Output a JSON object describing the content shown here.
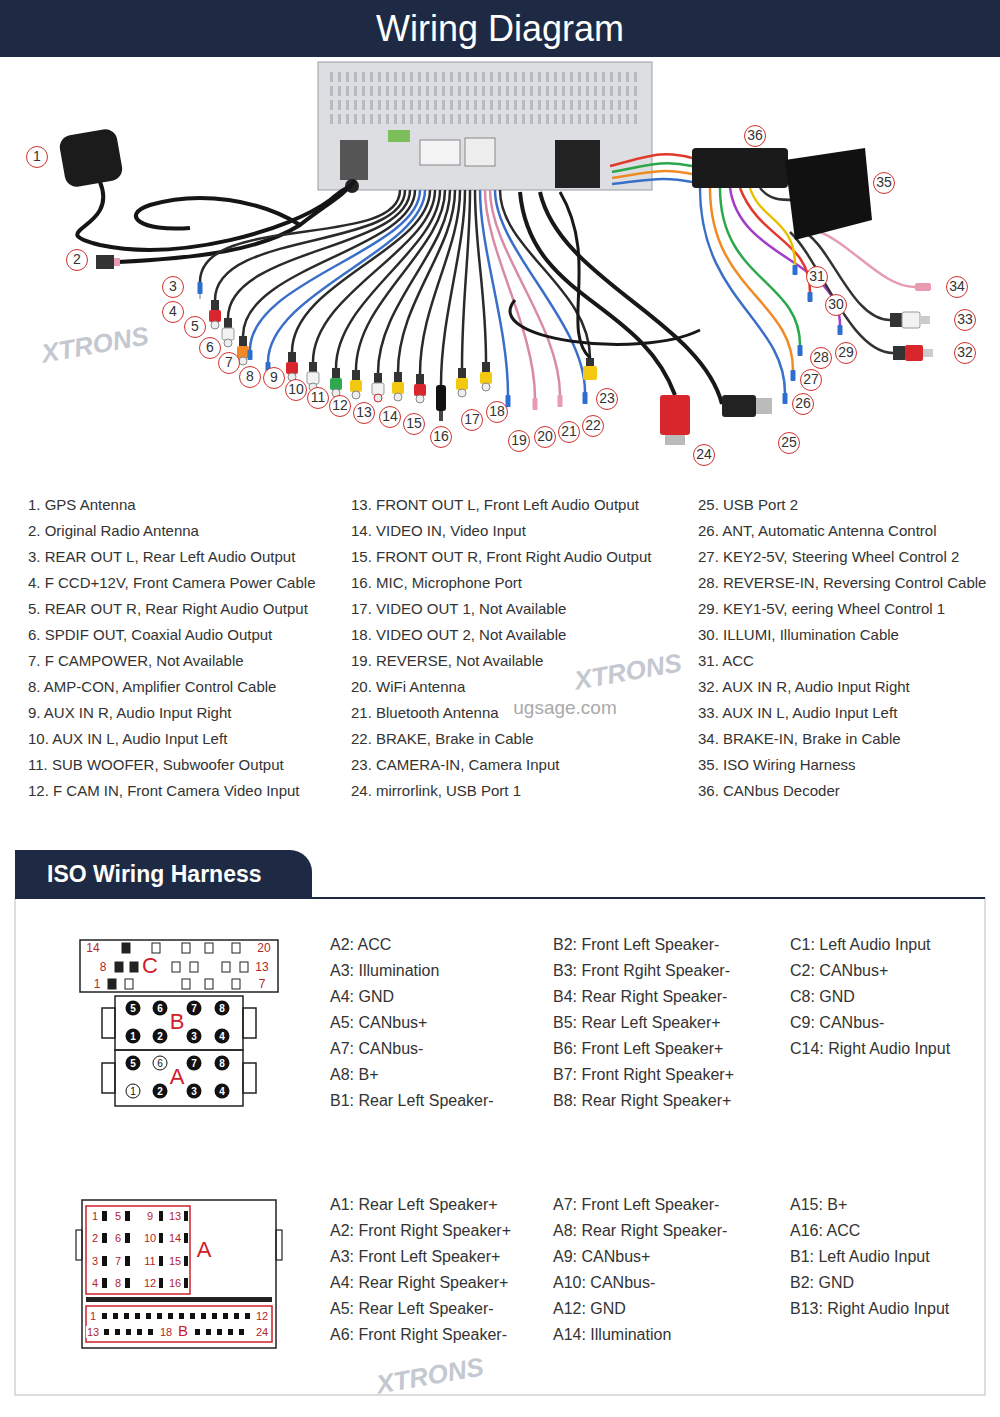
{
  "diagram": {
    "title": "Wiring Diagram",
    "nodes": [
      {
        "text": [
          "ISO Wiring Harness"
        ]
      }
    ],
    "labels": [
      "1",
      "2",
      "3",
      "4",
      "5",
      "6",
      "7",
      "8",
      "9",
      "10",
      "11",
      "12",
      "13",
      "14",
      "15",
      "16",
      "17",
      "18",
      "19",
      "20",
      "21",
      "22",
      "23",
      "24",
      "25",
      "26",
      "27",
      "28",
      "29",
      "30",
      "31",
      "32",
      "33",
      "34",
      "35",
      "36",
      "1. GPS Antenna",
      "2. Original Radio Antenna",
      "3. REAR OUT L, Rear Left Audio Output",
      "4. F CCD+12V, Front Camera Power Cable",
      "5. REAR OUT R, Rear Right Audio Output",
      "6. SPDIF OUT, Coaxial Audio Output",
      "7. F CAMPOWER, Not Available",
      "8. AMP-CON, Amplifier Control Cable",
      "9. AUX IN R, Audio Input Right",
      "10. AUX IN L, Audio Input Left",
      "11. SUB WOOFER, Subwoofer Output",
      "12. F CAM IN, Front Camera Video Input",
      "13. FRONT OUT L, Front Left Audio Output",
      "14. VIDEO IN, Video Input",
      "15. FRONT OUT R, Front Right Audio Output",
      "16. MIC, Microphone Port",
      "17. VIDEO OUT 1, Not Available",
      "18. VIDEO OUT 2, Not Available",
      "19. REVERSE, Not Available",
      "20. WiFi Antenna",
      "21. Bluetooth Antenna",
      "22. BRAKE, Brake in Cable",
      "23. CAMERA-IN, Camera Input",
      "24. mirrorlink, USB Port 1",
      "25. USB Port 2",
      "26. ANT, Automatic Antenna Control",
      "27. KEY2-5V, Steering Wheel Control 2",
      "28. REVERSE-IN, Reversing Control Cable",
      "29. KEY1-5V, eering Wheel Control 1",
      "30. ILLUMI, Illumination Cable",
      "31. ACC",
      "32. AUX IN R, Audio Input Right",
      "33. AUX IN L, Audio Input Left",
      "34. BRAKE-IN, Brake in Cable",
      "35. ISO Wiring Harness",
      "36. CANbus Decoder",
      "14",
      "20",
      "8",
      "C",
      "13",
      "1",
      "7",
      "5",
      "6",
      "7",
      "8",
      "B",
      "1",
      "2",
      "3",
      "4",
      "5",
      "6",
      "7",
      "8",
      "A",
      "1",
      "2",
      "3",
      "4",
      "A2: ACC",
      "A3: Illumination",
      "A4: GND",
      "A5: CANbus+",
      "A7: CANbus-",
      "A8: B+",
      "B1: Rear Left Speaker-",
      "B2: Front Left Speaker-",
      "B3: Front Rgiht Speaker-",
      "B4: Rear Right Speaker-",
      "B5: Rear Left Speaker+",
      "B6: Front Left Speaker+",
      "B7: Front Right Speaker+",
      "B8: Rear Right Speaker+",
      "C1: Left Audio Input",
      "C2: CANbus+",
      "C8: GND",
      "C9: CANbus-",
      "C14: Right Audio Input",
      "1",
      "5",
      "9",
      "13",
      "2",
      "6",
      "10",
      "14",
      "A",
      "3",
      "7",
      "11",
      "15",
      "4",
      "8",
      "12",
      "16",
      "1",
      "12",
      "13",
      "18",
      "B",
      "24",
      "A1: Rear Left Speaker+",
      "A2: Front Right Speaker+",
      "A3: Front Left Speaker+",
      "A4: Rear Right Speaker+",
      "A5: Rear Left Speaker-",
      "A6: Front Right Speaker-",
      "A7: Front Left Speaker-",
      "A8: Rear Right Speaker-",
      "A9: CANbus+",
      "A10: CANbus-",
      "A12: GND",
      "A14: Illumination",
      "A15: B+",
      "A16: ACC",
      "B1: Left Audio Input",
      "B2: GND",
      "B13: Right Audio Input",
      "XTRONS",
      "XTRONS",
      "ugsage.com",
      "XTRONS"
    ]
  }
}
